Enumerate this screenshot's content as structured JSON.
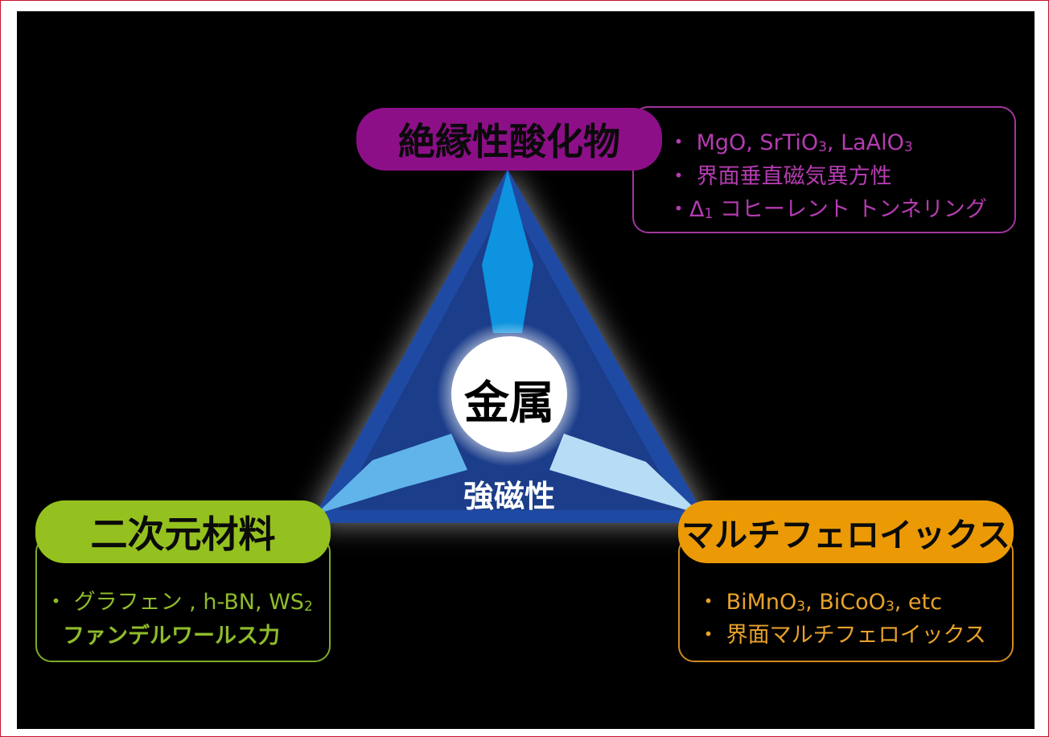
{
  "colors": {
    "background": "#000000",
    "frame": "#c8102e",
    "oxide": "#8d0f88",
    "oxide_text": "#b43cb0",
    "two_d": "#94c11f",
    "two_d_text": "#8fbc2a",
    "multiferroic": "#eb9a05",
    "multiferroic_text": "#e9a22a",
    "triangle_outer": "#1f4aa3",
    "triangle_inner": "#1b3d8a"
  },
  "center": {
    "label": "金属",
    "sublabel": "強磁性"
  },
  "oxide": {
    "label": "絶縁性酸化物",
    "line1_prefix": "・ MgO, SrTiO",
    "line1_sub1": "3",
    "line1_mid": ", LaAlO",
    "line1_sub2": "3",
    "line2": "・ 界面垂直磁気異方性",
    "line3_prefix": "・Δ",
    "line3_sub": "1",
    "line3_text": " コヒーレント トンネリング"
  },
  "two_d": {
    "label": "二次元材料",
    "line1_prefix": "・ グラフェン , h-BN, WS",
    "line1_sub": "2",
    "line2": "ファンデルワールス力"
  },
  "multiferroic": {
    "label": "マルチフェロイックス",
    "line1_a": "・ BiMnO",
    "line1_sub1": "3",
    "line1_b": ", BiCoO",
    "line1_sub2": "3",
    "line1_c": ", etc",
    "line2": "・ 界面マルチフェロイックス"
  }
}
